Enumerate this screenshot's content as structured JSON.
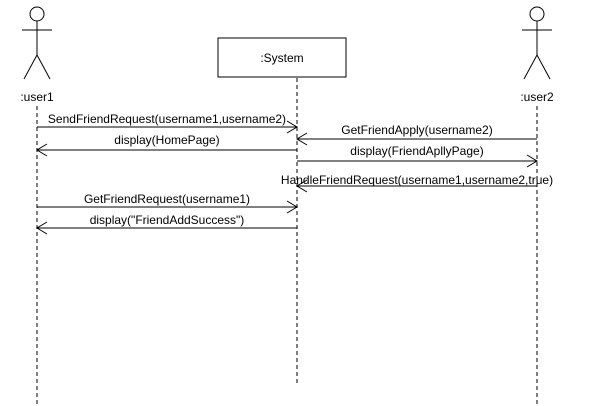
{
  "actors": [
    {
      "id": "user1",
      "label": ":user1"
    },
    {
      "id": "user2",
      "label": ":user2"
    }
  ],
  "objects": [
    {
      "id": "system",
      "label": ":System"
    }
  ],
  "messages": [
    {
      "from": "user1",
      "to": "system",
      "label": "SendFriendRequest(username1,username2)"
    },
    {
      "from": "system",
      "to": "user1",
      "label": "display(HomePage)"
    },
    {
      "from": "user2",
      "to": "system",
      "label": "GetFriendApply(username2)"
    },
    {
      "from": "system",
      "to": "user2",
      "label": "display(FriendApllyPage)"
    },
    {
      "from": "user2",
      "to": "system",
      "label": "HandleFriendRequest(username1,username2,true)"
    },
    {
      "from": "user1",
      "to": "system",
      "label": "GetFriendRequest(username1)"
    },
    {
      "from": "system",
      "to": "user1",
      "label": "display(\"FriendAddSuccess\")"
    }
  ]
}
